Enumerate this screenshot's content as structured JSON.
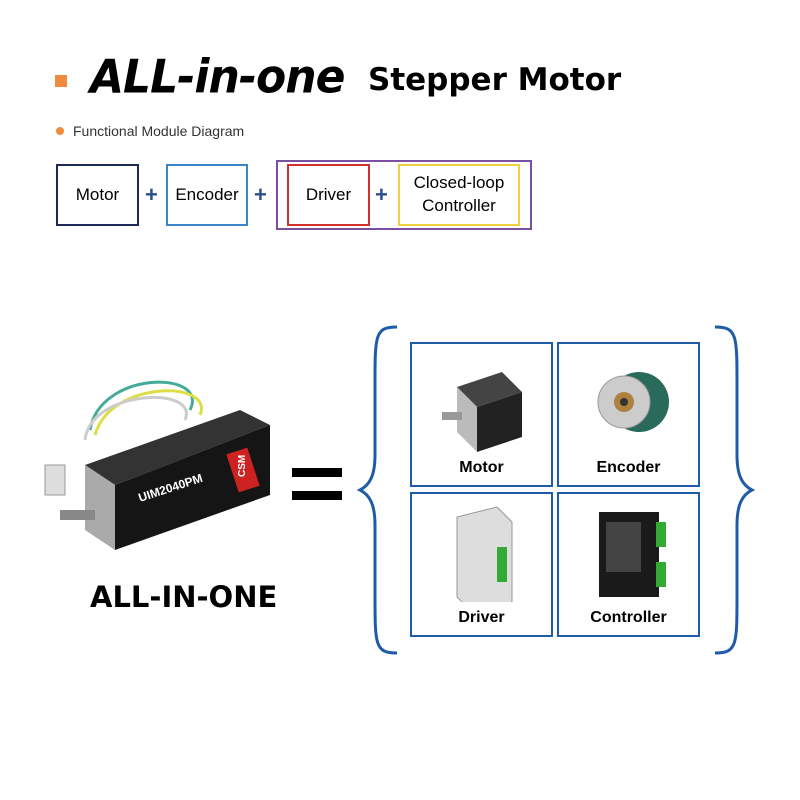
{
  "title": {
    "bold": "ALL-in-one",
    "rest": "Stepper Motor"
  },
  "subtitle": "Functional Module Diagram",
  "modules": [
    {
      "label": "Motor",
      "color": "#1e2a55"
    },
    {
      "label": "Encoder",
      "color": "#3a86c8"
    },
    {
      "label": "Driver",
      "color": "#d03030"
    },
    {
      "label": "Closed-loop Controller",
      "color": "#f0d040"
    }
  ],
  "group_color": "#7a4ea0",
  "plus": "+",
  "product": {
    "model": "UIM2040PM",
    "brand": "CSM",
    "caption": "ALL-IN-ONE"
  },
  "components": [
    {
      "label": "Motor",
      "icon": "stepper-motor-photo"
    },
    {
      "label": "Encoder",
      "icon": "encoder-photo"
    },
    {
      "label": "Driver",
      "icon": "driver-photo"
    },
    {
      "label": "Controller",
      "icon": "controller-photo"
    }
  ],
  "accent": "#1f5ca8"
}
